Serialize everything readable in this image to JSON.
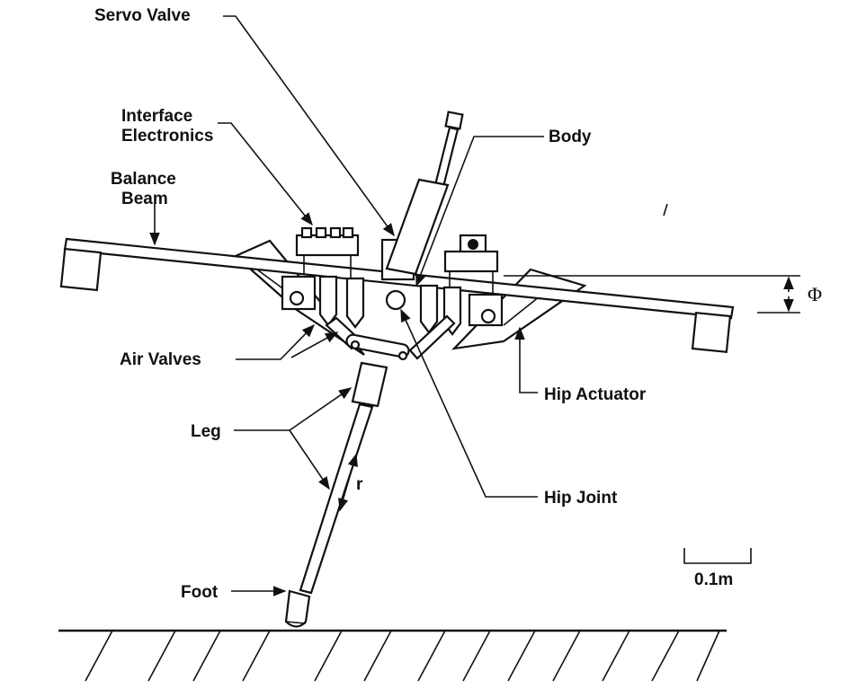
{
  "labels": {
    "servo_valve": "Servo Valve",
    "interface_l1": "Interface",
    "interface_l2": "Electronics",
    "body": "Body",
    "balance_l1": "Balance",
    "balance_l2": "Beam",
    "phi": "Φ",
    "air_valves": "Air Valves",
    "hip_actuator": "Hip Actuator",
    "leg": "Leg",
    "r": "r",
    "hip_joint": "Hip Joint",
    "scale": "0.1m",
    "foot": "Foot"
  }
}
